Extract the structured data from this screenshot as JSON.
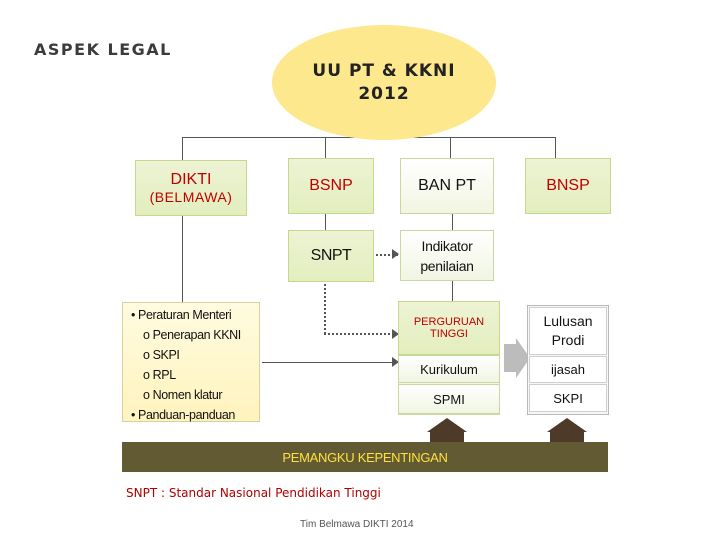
{
  "heading": "ASPEK LEGAL",
  "law": {
    "line1": "UU PT & KKNI",
    "line2": "2012"
  },
  "dikti": {
    "line1": "DIKTI",
    "line2": "(BELMAWA)"
  },
  "bsnp": "BSNP",
  "banpt": "BAN PT",
  "bnsp": "BNSP",
  "snpt": "SNPT",
  "indikator": {
    "line1": "Indikator",
    "line2": "penilaian"
  },
  "regulations": {
    "items": [
      "• Peraturan Menteri",
      "o  Penerapan KKNI",
      "o  SKPI",
      "o  RPL",
      "o  Nomen klatur",
      "• Panduan-panduan"
    ]
  },
  "pt": {
    "line1": "PERGURUAN",
    "line2": "TINGGI",
    "kurikulum": "Kurikulum",
    "spmi": "SPMI"
  },
  "lulusan": {
    "line1": "Lulusan",
    "line2": "Prodi",
    "ijasah": "ijasah",
    "skpi": "SKPI"
  },
  "stakeholders": "PEMANGKU KEPENTINGAN",
  "footnote": "SNPT : Standar Nasional Pendidikan Tinggi",
  "credit": "Tim Belmawa DIKTI 2014",
  "colors": {
    "accent_red": "#c00000",
    "ellipse": "#fde88e",
    "box_green": "#e6efc6",
    "stake_bar": "#625a32",
    "stake_text": "#ffe040"
  }
}
